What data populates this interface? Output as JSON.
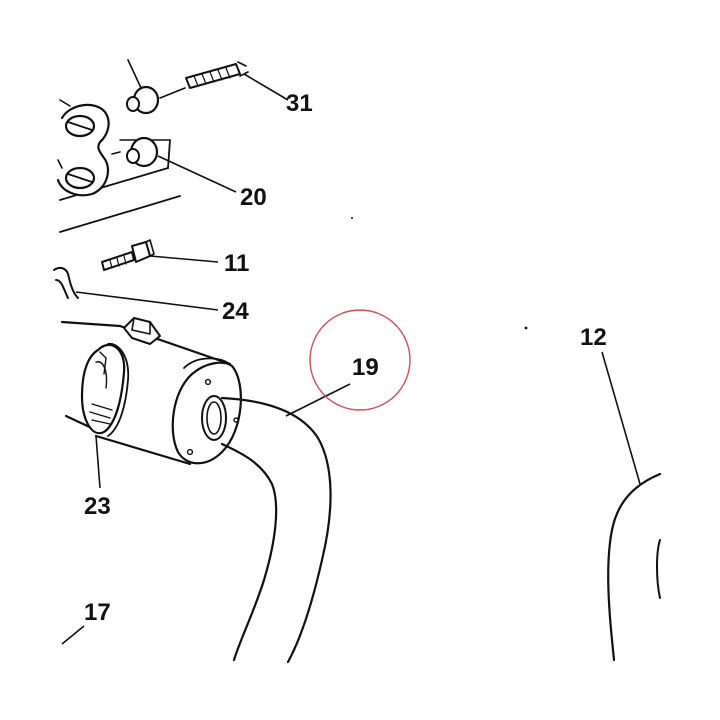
{
  "labels": {
    "p31": "31",
    "p20": "20",
    "p11": "11",
    "p24": "24",
    "p19": "19",
    "p12": "12",
    "p23": "23",
    "p17": "17"
  },
  "colors": {
    "ink": "#111111",
    "highlight_circle": "#d94a5a",
    "background": "#ffffff"
  }
}
